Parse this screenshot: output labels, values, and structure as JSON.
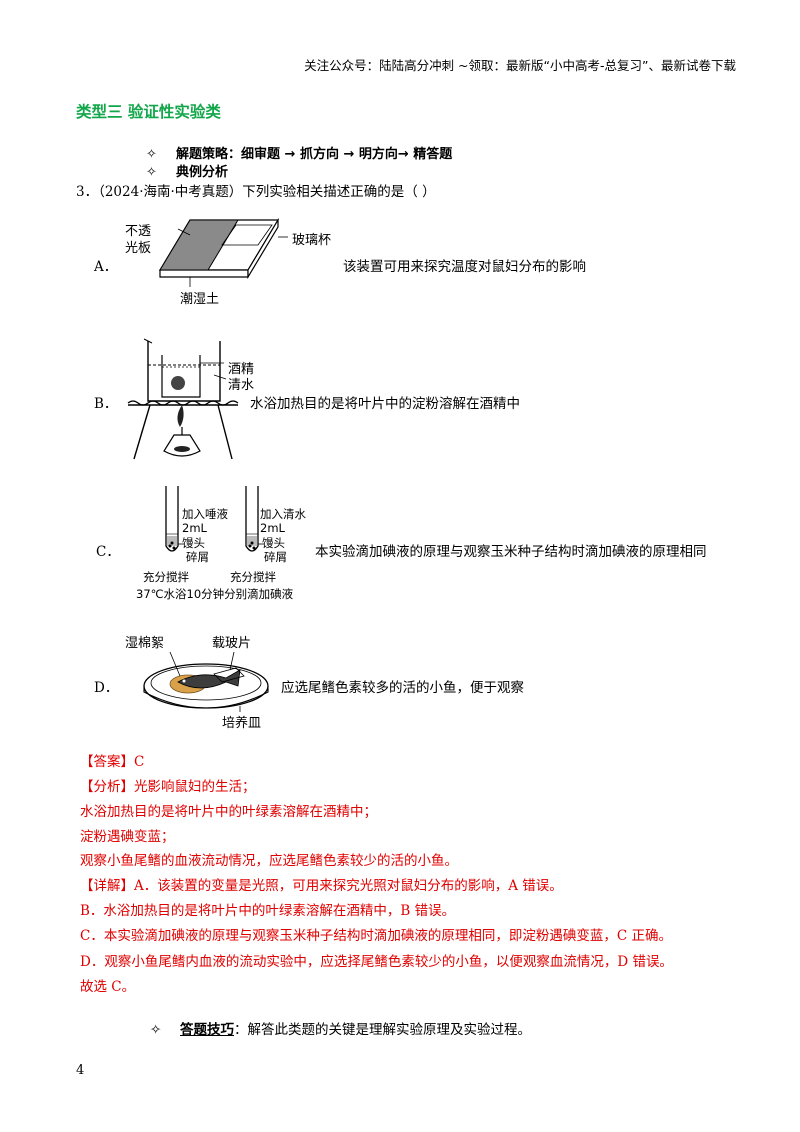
{
  "header": {
    "text": "关注公众号：陆陆高分冲刺  ~领取：最新版“小中高考-总复习”、最新试卷下载"
  },
  "section_title": "类型三 验证性实验类",
  "strategy": {
    "bullet": "✧",
    "label": "解题策略：细审题 → 抓方向 → 明方向→ 精答题"
  },
  "example": {
    "bullet": "✧",
    "label": "典例分析"
  },
  "question": {
    "stem": "3．（2024·海南·中考真题）下列实验相关描述正确的是（    ）",
    "options": [
      {
        "letter": "A．",
        "text": "该装置可用来探究温度对鼠妇分布的影响",
        "figure_labels": [
          "不透",
          "光板",
          "玻璃杯",
          "潮湿土"
        ]
      },
      {
        "letter": "B．",
        "text": "水浴加热目的是将叶片中的淀粉溶解在酒精中",
        "figure_labels": [
          "酒精",
          "清水"
        ]
      },
      {
        "letter": "C．",
        "text": "本实验滴加碘液的原理与观察玉米种子结构时滴加碘液的原理相同",
        "figure_labels": [
          "加入唾液",
          "2mL",
          "馒头",
          "碎屑",
          "加入清水",
          "2mL",
          "馒头",
          "碎屑",
          "充分搅拌",
          "充分搅拌",
          "37℃水浴10分钟分别滴加碘液"
        ]
      },
      {
        "letter": "D．",
        "text": "应选尾鳍色素较多的活的小鱼，便于观察",
        "figure_labels": [
          "湿棉絮",
          "载玻片",
          "培养皿"
        ]
      }
    ]
  },
  "answer": {
    "answer_line": "【答案】C",
    "analysis_lines": [
      "【分析】光影响鼠妇的生活；",
      "水浴加热目的是将叶片中的叶绿素溶解在酒精中；",
      "淀粉遇碘变蓝；",
      "观察小鱼尾鳍的血液流动情况，应选尾鳍色素较少的活的小鱼。"
    ],
    "detail_lines": [
      "【详解】A．该装置的变量是光照，可用来探究光照对鼠妇分布的影响，A 错误。",
      "B．水浴加热目的是将叶片中的叶绿素溶解在酒精中，B 错误。",
      "C．本实验滴加碘液的原理与观察玉米种子结构时滴加碘液的原理相同，即淀粉遇碘变蓝，C 正确。",
      "D．观察小鱼尾鳍内血液的流动实验中，应选择尾鳍色素较少的小鱼，以便观察血流情况，D 错误。",
      "故选 C。"
    ]
  },
  "tip": {
    "bullet": "✧",
    "label": "答题技巧",
    "text": "：解答此类题的关键是理解实验原理及实验过程。"
  },
  "page_number": "4",
  "colors": {
    "section_title": "#12a64a",
    "answer_red": "#e00000"
  }
}
